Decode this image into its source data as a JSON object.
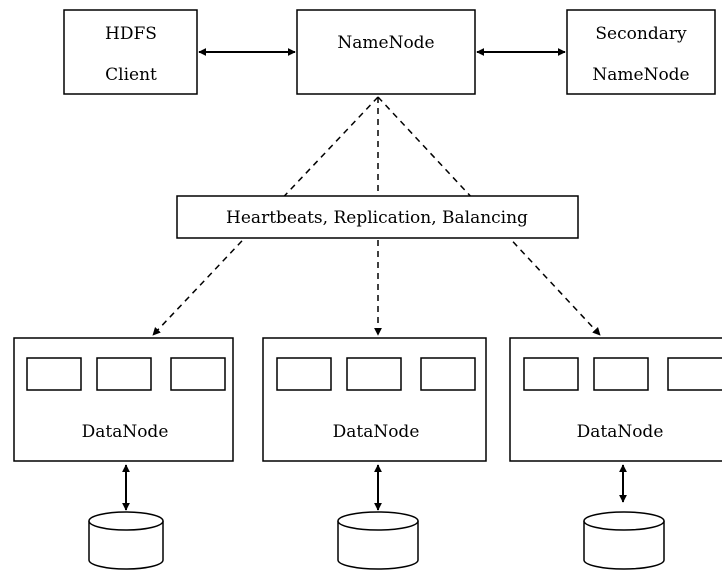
{
  "nodes": {
    "hdfs_client": {
      "line1": "HDFS",
      "line2": "Client"
    },
    "namenode": {
      "label": "NameNode"
    },
    "secondary_namenode": {
      "line1": "Secondary",
      "line2": "NameNode"
    },
    "services": {
      "label": "Heartbeats, Replication, Balancing"
    },
    "datanodes": [
      {
        "label": "DataNode"
      },
      {
        "label": "DataNode"
      },
      {
        "label": "DataNode"
      }
    ]
  }
}
